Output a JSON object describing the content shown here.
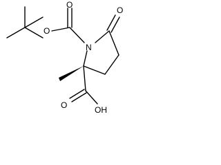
{
  "atoms": {
    "o_ester": "O",
    "o_carbonyl_boc": "O",
    "n_ring": "N",
    "o_lactam": "O",
    "o_acid_carbonyl": "O",
    "oh_acid": "OH"
  }
}
